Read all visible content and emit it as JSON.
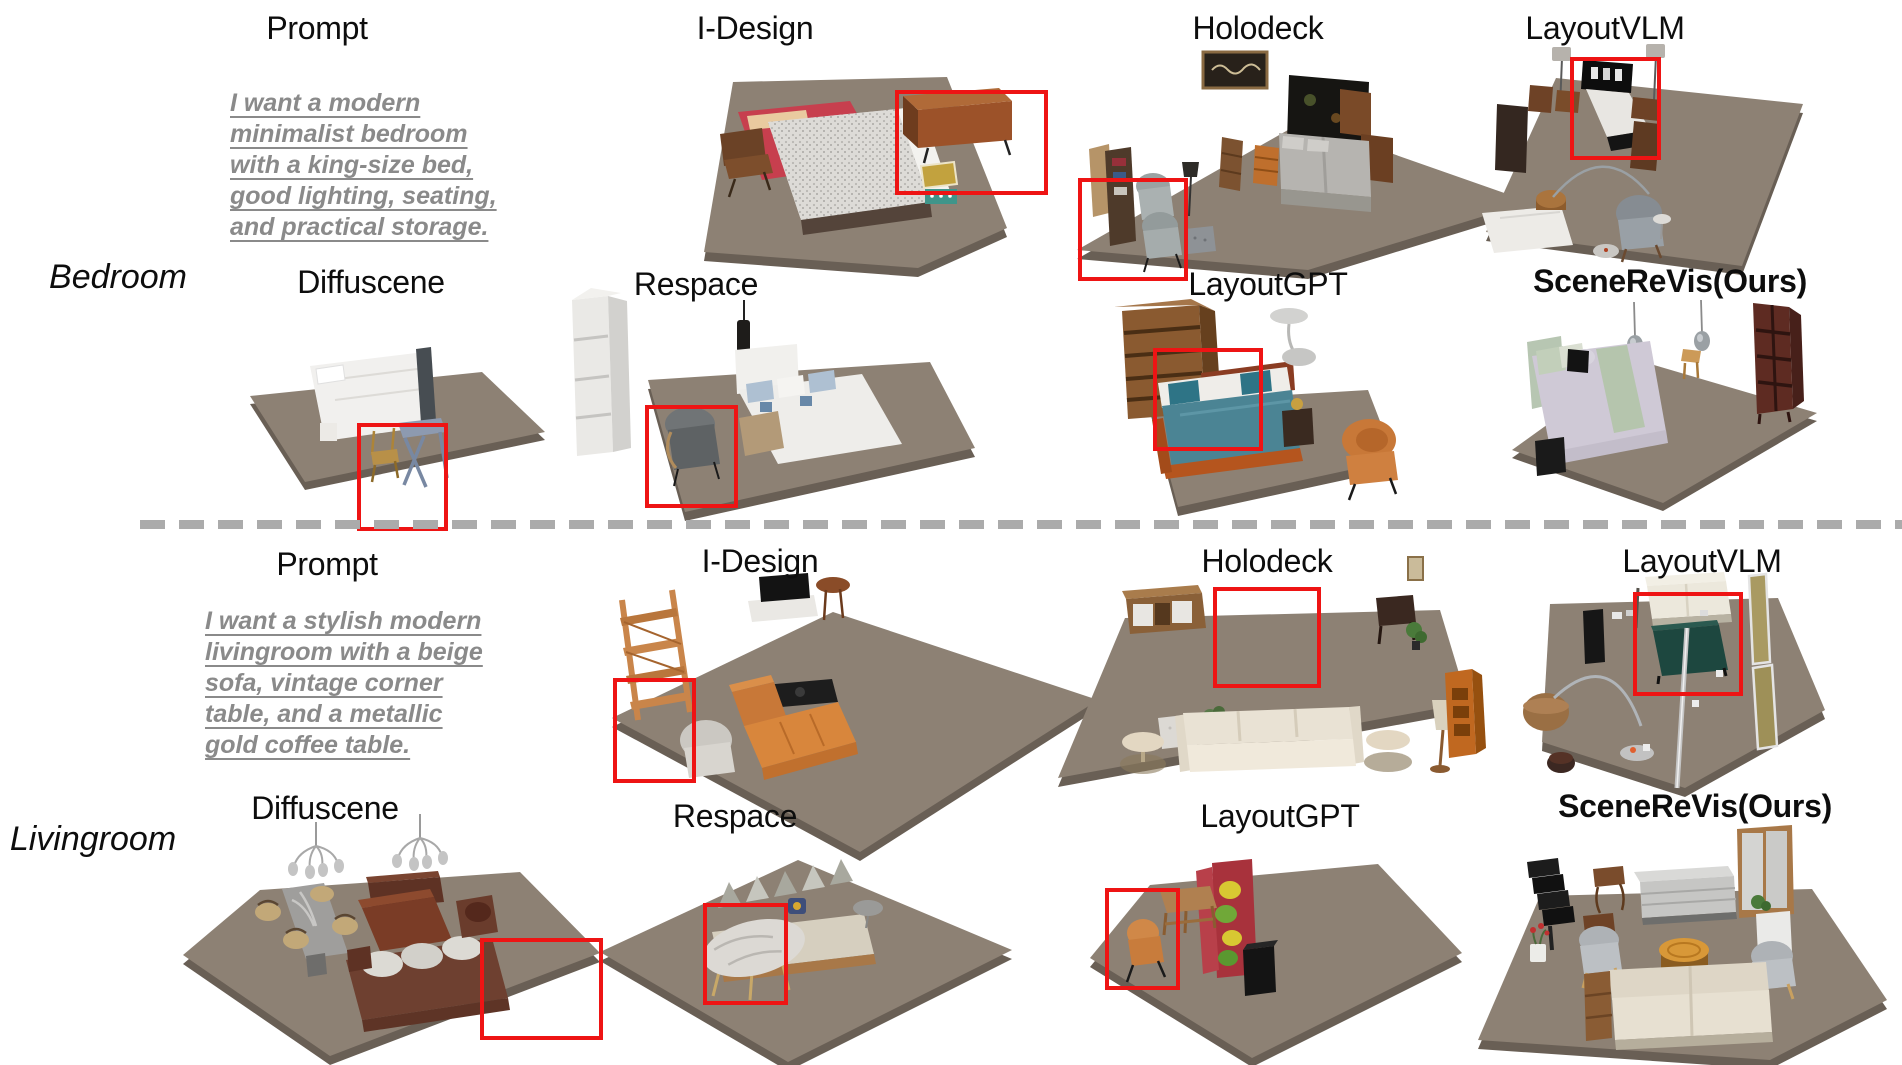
{
  "styles": {
    "background": "#ffffff",
    "header_color": "#0d0d0d",
    "prompt_text_color": "#8a8a8a",
    "highlight_color": "#ee1414",
    "divider_color": "#ababab",
    "floor_top_color": "#8d8174",
    "floor_edge_color": "#695f55"
  },
  "sections": [
    {
      "id": "bedroom",
      "row_label": "Bedroom",
      "prompt_title": "Prompt",
      "prompt_lines": [
        "I want a modern",
        "minimalist bedroom",
        "with a king-size bed,",
        "good lighting, seating,",
        "and practical storage."
      ],
      "methods": [
        {
          "name": "I-Design",
          "highlighted": true
        },
        {
          "name": "Holodeck",
          "highlighted": true
        },
        {
          "name": "LayoutVLM",
          "highlighted": true
        },
        {
          "name": "Diffuscene",
          "highlighted": true
        },
        {
          "name": "Respace",
          "highlighted": true
        },
        {
          "name": "LayoutGPT",
          "highlighted": true
        },
        {
          "name": "SceneReVis(Ours)",
          "ours": true,
          "highlighted": false
        }
      ]
    },
    {
      "id": "livingroom",
      "row_label": "Livingroom",
      "prompt_title": "Prompt",
      "prompt_lines": [
        "I want a stylish modern",
        "livingroom with a beige",
        "sofa, vintage corner",
        "table, and a metallic",
        "gold coffee table."
      ],
      "methods": [
        {
          "name": "I-Design",
          "highlighted": true
        },
        {
          "name": "Holodeck",
          "highlighted": true
        },
        {
          "name": "LayoutVLM",
          "highlighted": true
        },
        {
          "name": "Diffuscene",
          "highlighted": true
        },
        {
          "name": "Respace",
          "highlighted": true
        },
        {
          "name": "LayoutGPT",
          "highlighted": true
        },
        {
          "name": "SceneReVis(Ours)",
          "ours": true,
          "highlighted": false
        }
      ]
    }
  ]
}
